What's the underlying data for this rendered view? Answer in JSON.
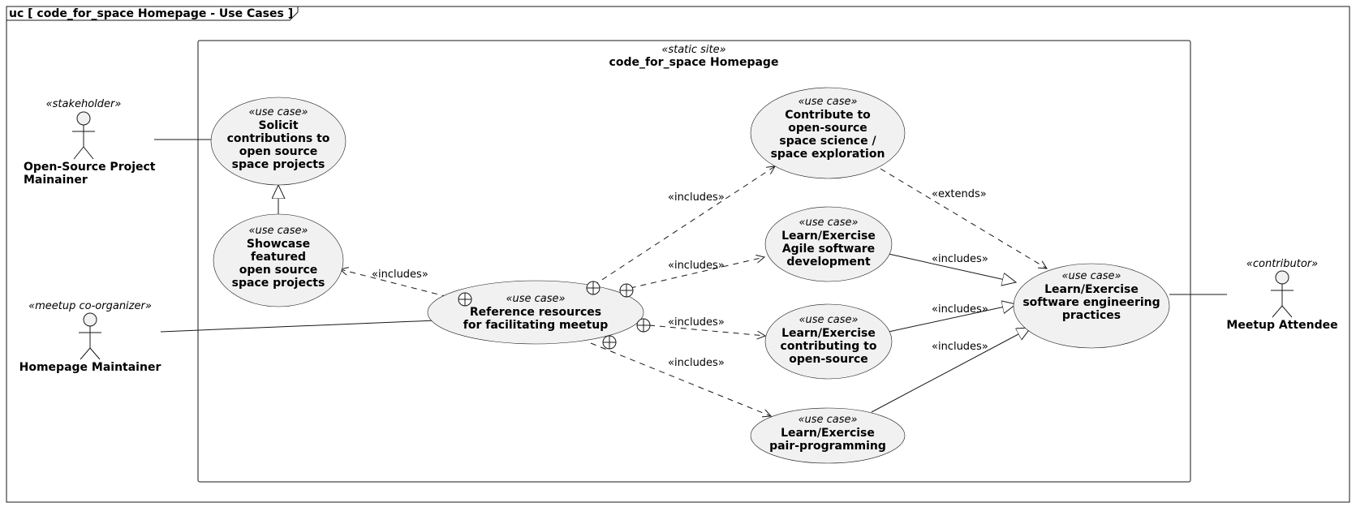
{
  "frame": {
    "title": "uc [ code_for_space Homepage - Use Cases ]"
  },
  "system": {
    "stereotype": "«static site»",
    "name": "code_for_space Homepage"
  },
  "actors": {
    "oss_maintainer": {
      "stereotype": "«stakeholder»",
      "name_lines": [
        "Open-Source Project",
        "Mainainer"
      ]
    },
    "homepage_maintainer": {
      "stereotype": "«meetup co-organizer»",
      "name_lines": [
        "Homepage Maintainer"
      ]
    },
    "meetup_attendee": {
      "stereotype": "«contributor»",
      "name_lines": [
        "Meetup Attendee"
      ]
    }
  },
  "use_cases": {
    "solicit": {
      "stereotype": "«use case»",
      "lines": [
        "Solicit",
        "contributions to",
        "open source",
        "space projects"
      ]
    },
    "showcase": {
      "stereotype": "«use case»",
      "lines": [
        "Showcase",
        "featured",
        "open source",
        "space projects"
      ]
    },
    "reference": {
      "stereotype": "«use case»",
      "lines": [
        "Reference resources",
        "for facilitating meetup"
      ]
    },
    "contribute": {
      "stereotype": "«use case»",
      "lines": [
        "Contribute to",
        "open-source",
        "space science /",
        "space exploration"
      ]
    },
    "agile": {
      "stereotype": "«use case»",
      "lines": [
        "Learn/Exercise",
        "Agile software",
        "development"
      ]
    },
    "contributing": {
      "stereotype": "«use case»",
      "lines": [
        "Learn/Exercise",
        "contributing to",
        "open-source"
      ]
    },
    "pair": {
      "stereotype": "«use case»",
      "lines": [
        "Learn/Exercise",
        "pair-programming"
      ]
    },
    "swe": {
      "stereotype": "«use case»",
      "lines": [
        "Learn/Exercise",
        "software engineering",
        "practices"
      ]
    }
  },
  "edge_labels": {
    "ref_showcase": "«includes»",
    "ref_contribute": "«includes»",
    "ref_agile": "«includes»",
    "ref_contributing": "«includes»",
    "ref_pair": "«includes»",
    "contribute_swe": "«extends»",
    "agile_swe": "«includes»",
    "contributing_swe": "«includes»",
    "pair_swe": "«includes»"
  }
}
